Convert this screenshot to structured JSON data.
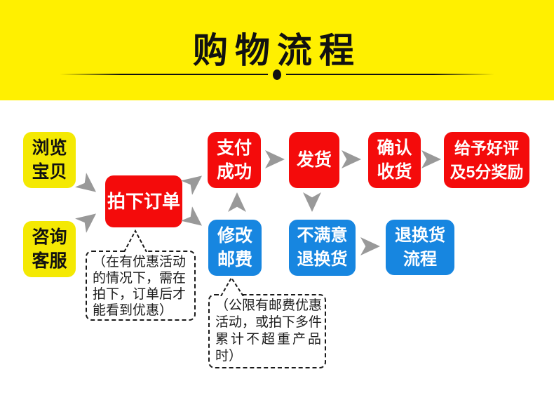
{
  "colors": {
    "header-yellow": "#FFF000",
    "box-yellow": "#F4E903",
    "box-red": "#F40B0B",
    "box-blue": "#1786E0",
    "arrow-gray": "#999999",
    "title-black": "#111111"
  },
  "header": {
    "title": "购物流程"
  },
  "boxes": {
    "browse": {
      "lines": [
        "浏览",
        "宝贝"
      ]
    },
    "consult": {
      "lines": [
        "咨询",
        "客服"
      ]
    },
    "order": {
      "lines": [
        "拍下订单"
      ]
    },
    "pay": {
      "lines": [
        "支付",
        "成功"
      ]
    },
    "ship": {
      "lines": [
        "发货"
      ]
    },
    "confirm": {
      "lines": [
        "确认",
        "收货"
      ]
    },
    "praise": {
      "lines": [
        "给予好评",
        "及5分奖励"
      ]
    },
    "postage": {
      "lines": [
        "修改",
        "邮费"
      ]
    },
    "unsatisfied": {
      "lines": [
        "不满意",
        "退换货"
      ]
    },
    "return_flow": {
      "lines": [
        "退换货",
        "流程"
      ]
    }
  },
  "notes": {
    "order_note": {
      "lines": [
        "（在有优惠活动",
        "的情况下，需在",
        "拍下，订单后才",
        "能看到优惠）"
      ]
    },
    "postage_note": {
      "lines": [
        "（公限有邮费优惠",
        "活动，或拍下多件",
        "累计不超重产品",
        "时）"
      ]
    }
  }
}
